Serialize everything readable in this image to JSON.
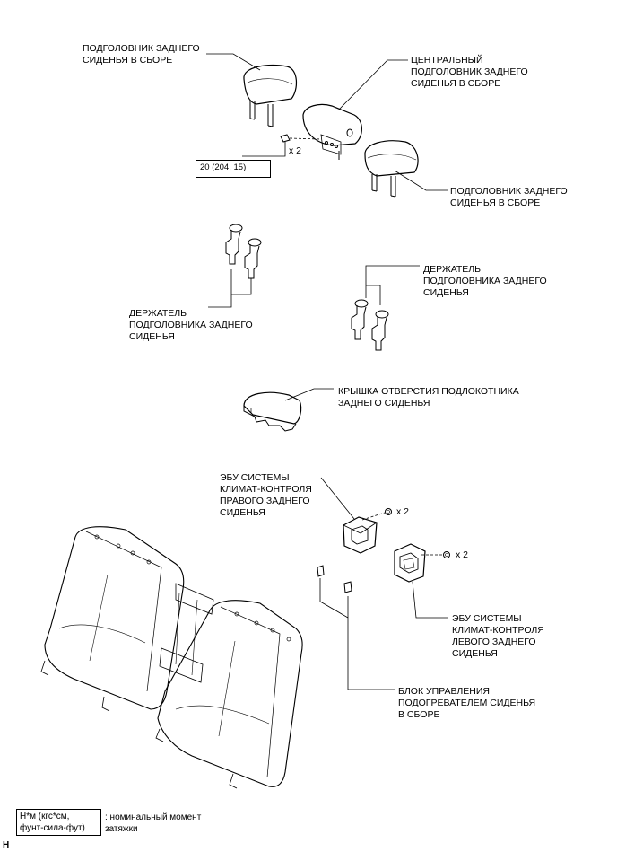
{
  "labels": {
    "headrest_left": "ПОДГОЛОВНИК ЗАДНЕГО\nСИДЕНЬЯ В СБОРЕ",
    "headrest_center": "ЦЕНТРАЛЬНЫЙ\nПОДГОЛОВНИК ЗАДНЕГО\nСИДЕНЬЯ В СБОРЕ",
    "headrest_right": "ПОДГОЛОВНИК ЗАДНЕГО\nСИДЕНЬЯ В СБОРЕ",
    "support_right": "ДЕРЖАТЕЛЬ\nПОДГОЛОВНИКА ЗАДНЕГО\nСИДЕНЬЯ",
    "support_left": "ДЕРЖАТЕЛЬ\nПОДГОЛОВНИКА ЗАДНЕГО\nСИДЕНЬЯ",
    "armrest_cover": "КРЫШКА ОТВЕРСТИЯ ПОДЛОКОТНИКА\nЗАДНЕГО СИДЕНЬЯ",
    "ecu_right": "ЭБУ СИСТЕМЫ\nКЛИМАТ-КОНТРОЛЯ\nПРАВОГО ЗАДНЕГО\nСИДЕНЬЯ",
    "ecu_left": "ЭБУ СИСТЕМЫ\nКЛИМАТ-КОНТРОЛЯ\nЛЕВОГО ЗАДНЕГО\nСИДЕНЬЯ",
    "heater_unit": "БЛОК УПРАВЛЕНИЯ\nПОДОГРЕВАТЕЛЕМ СИДЕНЬЯ\nВ СБОРЕ"
  },
  "torque": "20 (204, 15)",
  "multipliers": {
    "bolt": "x 2",
    "nut_ecu_right": "x 2",
    "nut_ecu_left": "x 2"
  },
  "legend": {
    "box": "Н*м (кгс*см,\nфунт-сила-фут)",
    "text": ": номинальный момент\nзатяжки"
  },
  "figure_code": "H"
}
